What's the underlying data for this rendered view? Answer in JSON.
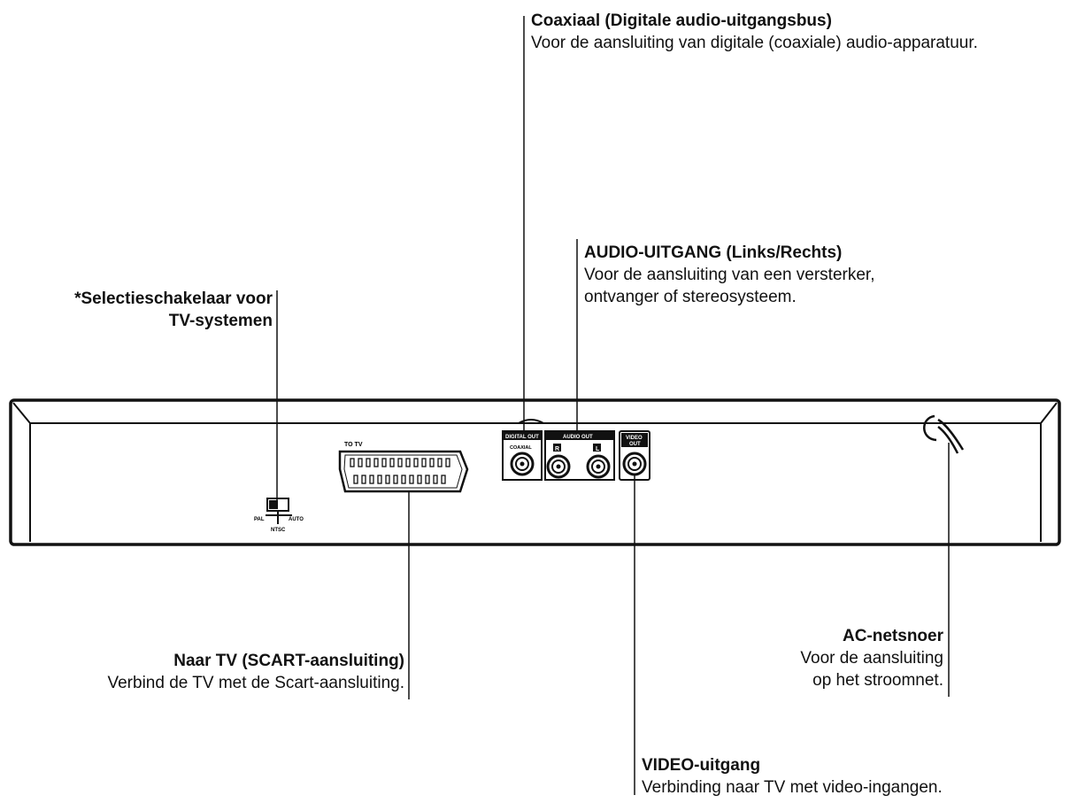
{
  "callouts": {
    "coaxial": {
      "title": "Coaxiaal (Digitale audio-uitgangsbus)",
      "desc": "Voor de aansluiting van digitale (coaxiale) audio-apparatuur."
    },
    "audio_out": {
      "title": "AUDIO-UITGANG (Links/Rechts)",
      "desc_1": "Voor de aansluiting van een versterker,",
      "desc_2": "ontvanger of stereosysteem."
    },
    "tv_system": {
      "title_1": "*Selectieschakelaar voor",
      "title_2": "TV-systemen"
    },
    "scart": {
      "title": "Naar TV (SCART-aansluiting)",
      "desc": "Verbind de TV met de Scart-aansluiting."
    },
    "ac_cord": {
      "title": "AC-netsnoer",
      "desc_1": "Voor de aansluiting",
      "desc_2": "op het stroomnet."
    },
    "video_out": {
      "title": "VIDEO-uitgang",
      "desc": "Verbinding naar TV met video-ingangen."
    }
  },
  "panel_labels": {
    "to_tv": "TO TV",
    "digital_out": "DIGITAL OUT",
    "coaxial": "COAXIAL",
    "audio_out": "AUDIO OUT",
    "r": "R",
    "l": "L",
    "video_out_1": "VIDEO",
    "video_out_2": "OUT",
    "pal": "PAL",
    "auto": "AUTO",
    "ntsc": "NTSC"
  }
}
